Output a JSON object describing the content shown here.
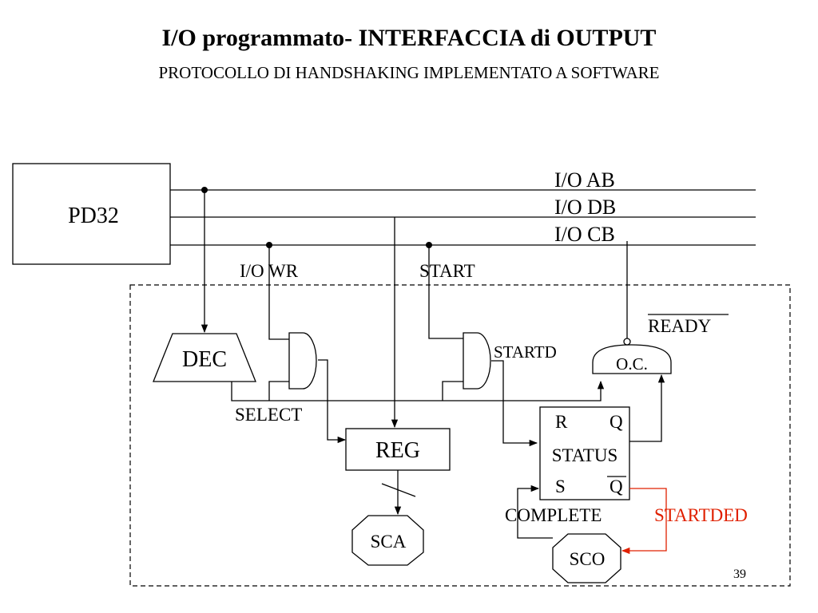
{
  "title": "I/O programmato- INTERFACCIA di OUTPUT",
  "subtitle": "PROTOCOLLO DI HANDSHAKING IMPLEMENTATO A SOFTWARE",
  "cpu_label": "PD32",
  "buses": {
    "ab": "I/O AB",
    "db": "I/O DB",
    "cb": "I/O CB"
  },
  "signals": {
    "io_wr": "I/O WR",
    "start": "START",
    "select": "SELECT",
    "startd": "STARTD",
    "ready": "READY",
    "complete": "COMPLETE",
    "startded": "STARTDED"
  },
  "blocks": {
    "dec": "DEC",
    "reg": "REG",
    "oc": "O.C.",
    "sca": "SCA",
    "sco": "SCO",
    "status": {
      "r": "R",
      "q": "Q",
      "name": "STATUS",
      "s": "S",
      "qbar": "Q"
    }
  },
  "page_number": "39",
  "colors": {
    "accent": "#e02000"
  }
}
